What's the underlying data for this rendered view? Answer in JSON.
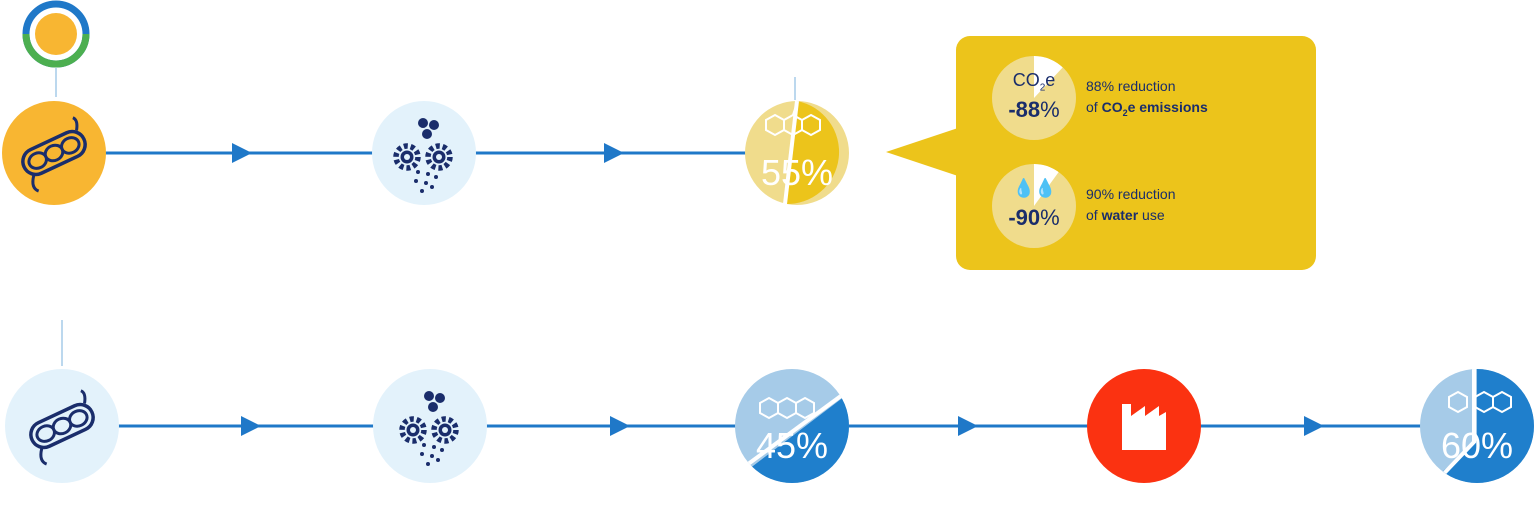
{
  "diagram": {
    "row1": {
      "label_result_pct": "55%"
    },
    "row2": {
      "label_intermediate_pct": "45%",
      "label_result_pct": "60%"
    },
    "callout": {
      "stats": [
        {
          "icon_text_main": "CO",
          "icon_text_sub": "2",
          "icon_text_end": "e",
          "value_num": "-88",
          "value_unit": "%",
          "line1": "88% reduction",
          "line2_prefix": "of ",
          "line2_bold_main": "CO",
          "line2_bold_sub": "2",
          "line2_bold_end": "e emissions",
          "fraction": 0.88
        },
        {
          "value_num": "-90",
          "value_unit": "%",
          "line1": "90% reduction",
          "line2_prefix": "of ",
          "line2_bold": "water",
          "line2_suffix": " use",
          "fraction": 0.9
        }
      ]
    },
    "colors": {
      "line_blue": "#1f78c8",
      "navy": "#1a2d6b",
      "orange": "#f8b632",
      "yellow": "#ecc41b",
      "pale_blue": "#e3f2fb",
      "light_blue": "#a6cbe8",
      "mid_blue": "#1f7fcc",
      "red": "#fb3211",
      "green": "#4caf50"
    },
    "icons": [
      "logo-ring",
      "soybean-icon",
      "gears-icon",
      "molecule-icon",
      "factory-icon",
      "water-drops-icon",
      "co2-icon"
    ]
  }
}
